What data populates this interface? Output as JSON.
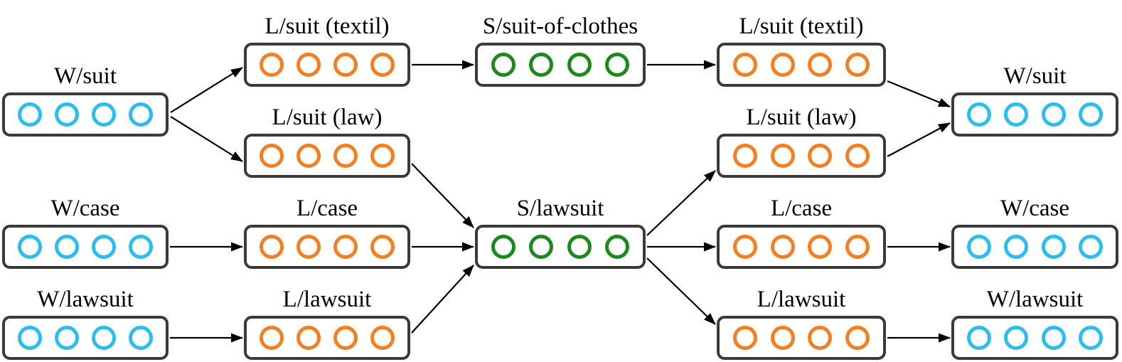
{
  "diagram": {
    "units_per_box": 4,
    "colors": {
      "word": "#29bdf0",
      "lemma": "#f57e20",
      "synset": "#1a8a1a",
      "box_border": "#3a3a3a",
      "arrow": "#000000",
      "label": "#000000",
      "background": "#ffffff"
    },
    "nodes": {
      "w_suit_left": {
        "label": "W/suit",
        "type": "word"
      },
      "w_case_left": {
        "label": "W/case",
        "type": "word"
      },
      "w_lawsuit_left": {
        "label": "W/lawsuit",
        "type": "word"
      },
      "l_suit_textil_left": {
        "label": "L/suit (textil)",
        "type": "lemma"
      },
      "l_suit_law_left": {
        "label": "L/suit (law)",
        "type": "lemma"
      },
      "l_case_left": {
        "label": "L/case",
        "type": "lemma"
      },
      "l_lawsuit_left": {
        "label": "L/lawsuit",
        "type": "lemma"
      },
      "s_suit_of_clothes": {
        "label": "S/suit-of-clothes",
        "type": "synset"
      },
      "s_lawsuit": {
        "label": "S/lawsuit",
        "type": "synset"
      },
      "l_suit_textil_right": {
        "label": "L/suit (textil)",
        "type": "lemma"
      },
      "l_suit_law_right": {
        "label": "L/suit (law)",
        "type": "lemma"
      },
      "l_case_right": {
        "label": "L/case",
        "type": "lemma"
      },
      "l_lawsuit_right": {
        "label": "L/lawsuit",
        "type": "lemma"
      },
      "w_suit_right": {
        "label": "W/suit",
        "type": "word"
      },
      "w_case_right": {
        "label": "W/case",
        "type": "word"
      },
      "w_lawsuit_right": {
        "label": "W/lawsuit",
        "type": "word"
      }
    },
    "edges": [
      {
        "from": "w_suit_left",
        "to": "l_suit_textil_left"
      },
      {
        "from": "w_suit_left",
        "to": "l_suit_law_left"
      },
      {
        "from": "l_suit_textil_left",
        "to": "s_suit_of_clothes"
      },
      {
        "from": "l_suit_law_left",
        "to": "s_lawsuit"
      },
      {
        "from": "w_case_left",
        "to": "l_case_left"
      },
      {
        "from": "l_case_left",
        "to": "s_lawsuit"
      },
      {
        "from": "w_lawsuit_left",
        "to": "l_lawsuit_left"
      },
      {
        "from": "l_lawsuit_left",
        "to": "s_lawsuit"
      },
      {
        "from": "s_suit_of_clothes",
        "to": "l_suit_textil_right"
      },
      {
        "from": "s_lawsuit",
        "to": "l_suit_law_right"
      },
      {
        "from": "s_lawsuit",
        "to": "l_case_right"
      },
      {
        "from": "s_lawsuit",
        "to": "l_lawsuit_right"
      },
      {
        "from": "l_suit_textil_right",
        "to": "w_suit_right"
      },
      {
        "from": "l_suit_law_right",
        "to": "w_suit_right"
      },
      {
        "from": "l_case_right",
        "to": "w_case_right"
      },
      {
        "from": "l_lawsuit_right",
        "to": "w_lawsuit_right"
      }
    ]
  }
}
